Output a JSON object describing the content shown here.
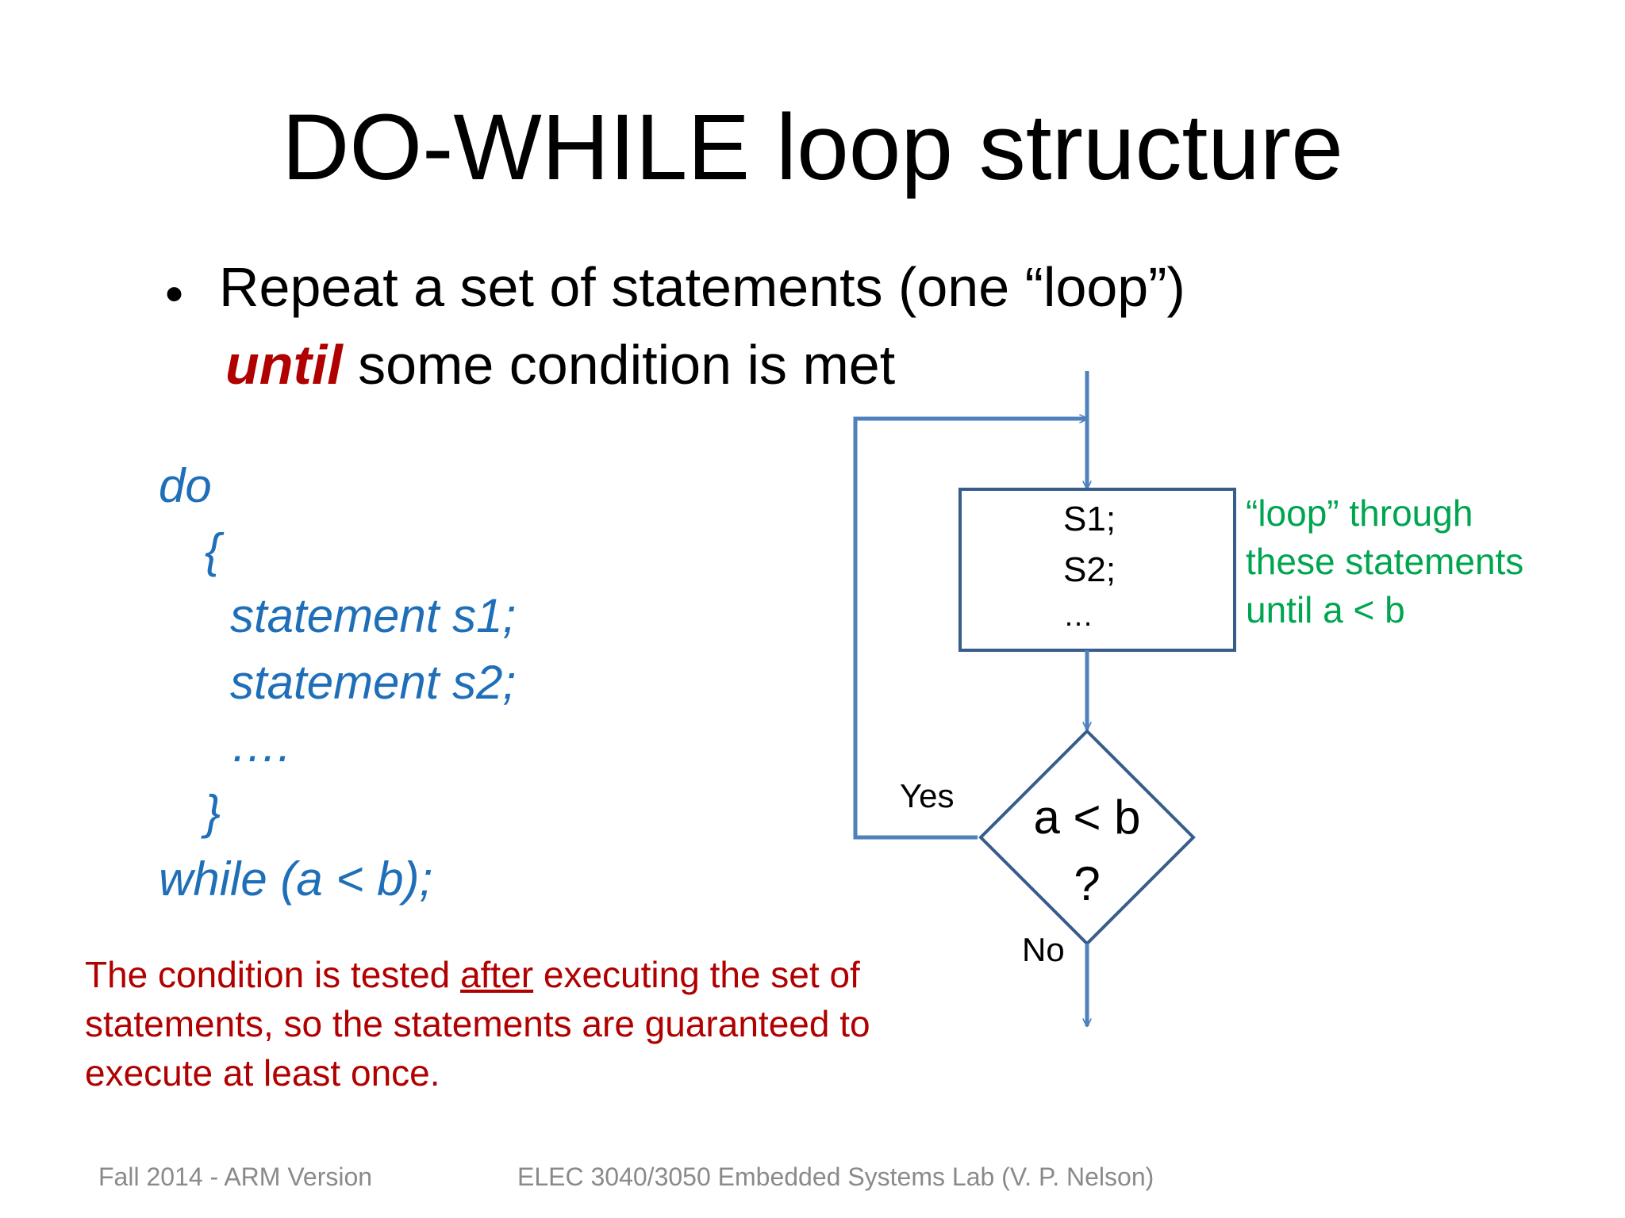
{
  "title": "DO-WHILE loop structure",
  "bullet": {
    "line1": "Repeat a set of statements (one “loop”)",
    "emphasis": "until",
    "line2_rest": " some condition is met"
  },
  "code": {
    "do": "do",
    "open": "{",
    "s1": "statement s1;",
    "s2": "statement s2;",
    "dots": "….",
    "close": "}",
    "while": "while (a < b);"
  },
  "note": {
    "line1_a": "The condition is tested ",
    "line1_u": "after",
    "line1_b": " executing the set of",
    "line2": "statements, so the statements are guaranteed to",
    "line3": "execute at least once."
  },
  "flowchart": {
    "box_lines": [
      "S1;",
      "S2;",
      "…"
    ],
    "condition": "a < b",
    "condition_q": "?",
    "yes": "Yes",
    "no": "No",
    "side_note": [
      "“loop” through",
      "these statements",
      "until a < b"
    ]
  },
  "footer": {
    "left": "Fall 2014 - ARM Version",
    "right": "ELEC 3040/3050 Embedded Systems Lab (V. P. Nelson)"
  },
  "colors": {
    "code_blue": "#1f6fb8",
    "emphasis_red": "#b00000",
    "side_note_green": "#00a550",
    "line_blue": "#4f81bd",
    "shape_border": "#385d8a",
    "footer_gray": "#8a8a8a"
  }
}
